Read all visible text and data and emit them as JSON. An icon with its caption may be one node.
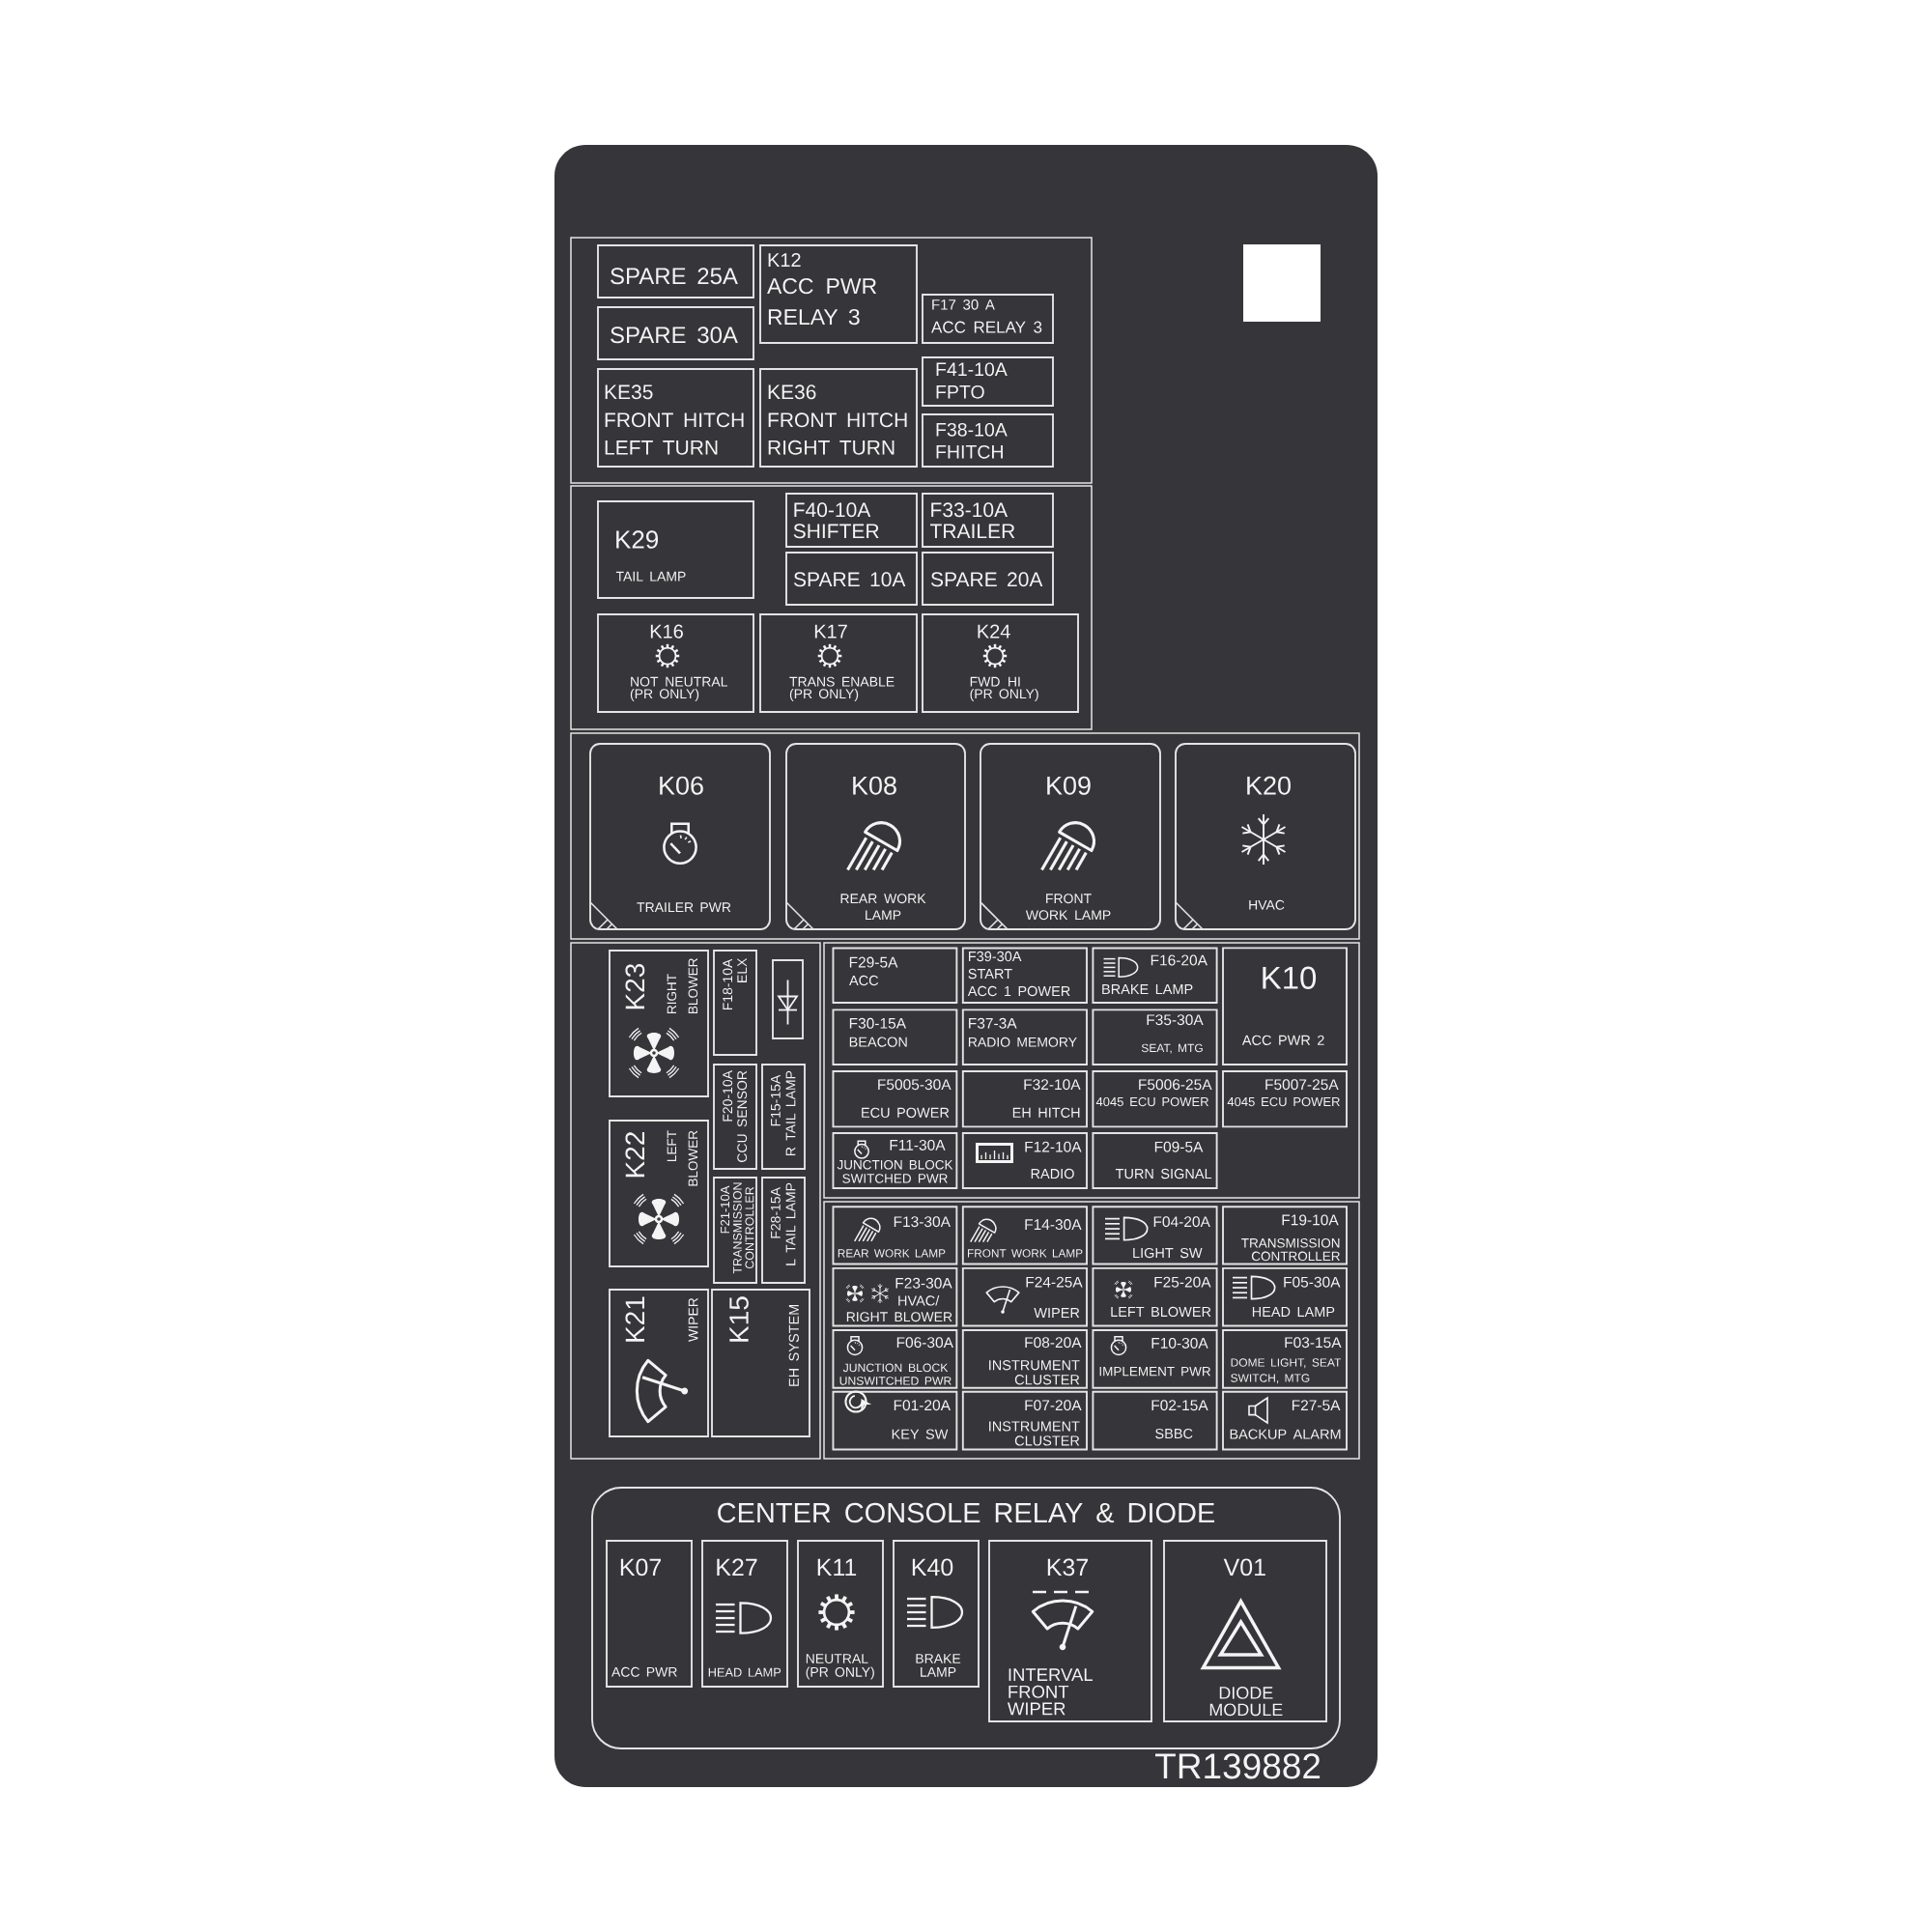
{
  "diagram": {
    "nodes": [
      {
        "text": [],
        "shape": "box"
      },
      {
        "text": [
          "SPARE 25A"
        ],
        "in": 0
      },
      {
        "text": [
          "K12",
          "ACC PWR RELAY 3"
        ],
        "in": 0
      },
      {
        "text": [
          "F17 30 A",
          "ACC RELAY 3"
        ],
        "in": 0
      },
      {
        "text": [
          "SPARE 30A"
        ],
        "in": 0
      },
      {
        "text": [
          "KE35",
          "FRONT HITCH LEFT TURN"
        ],
        "in": 0
      },
      {
        "text": [
          "KE36",
          "FRONT HITCH RIGHT TURN"
        ],
        "in": 0
      },
      {
        "text": [
          "F41-10A",
          "FPTO"
        ],
        "in": 0
      },
      {
        "text": [
          "F38-10A",
          "FHITCH"
        ],
        "in": 0
      },
      {
        "text": [],
        "shape": "box"
      },
      {
        "text": [
          "K29",
          "TAIL LAMP"
        ],
        "in": 9
      },
      {
        "text": [
          "F40-10A",
          "SHIFTER"
        ],
        "in": 9
      },
      {
        "text": [
          "F33-10A",
          "TRAILER"
        ],
        "in": 9
      },
      {
        "text": [
          "SPARE 10A"
        ],
        "in": 9
      },
      {
        "text": [
          "SPARE 20A"
        ],
        "in": 9
      },
      {
        "text": [
          "K16",
          "NOT NEUTRAL (PR ONLY)"
        ],
        "in": 9
      },
      {
        "text": [
          "K17",
          "TRANS ENABLE (PR ONLY)"
        ],
        "in": 9
      },
      {
        "text": [
          "K24",
          "FWD HI (PR ONLY)"
        ],
        "in": 9
      },
      {
        "text": [],
        "shape": "box"
      },
      {
        "text": [
          "K06",
          "TRAILER PWR"
        ],
        "in": 18
      },
      {
        "text": [
          "K08",
          "REAR WORK LAMP"
        ],
        "in": 18
      },
      {
        "text": [
          "K09",
          "FRONT WORK LAMP"
        ],
        "in": 18
      },
      {
        "text": [
          "K20",
          "HVAC"
        ],
        "in": 18
      },
      {
        "text": [],
        "shape": "box"
      },
      {
        "text": [
          "K23",
          "RIGHT BLOWER"
        ],
        "in": 23
      },
      {
        "text": [
          "F18-10A",
          "ELX"
        ],
        "in": 23
      },
      {
        "text": [],
        "shape": "box",
        "in": 23
      },
      {
        "text": [
          "F20-10A",
          "CCU SENSOR"
        ],
        "in": 23
      },
      {
        "text": [
          "F15-15A",
          "R TAIL LAMP"
        ],
        "in": 23
      },
      {
        "text": [
          "K22",
          "LEFT BLOWER"
        ],
        "in": 23
      },
      {
        "text": [
          "F21-10A",
          "TRANSMISSION CONTROLLER"
        ],
        "in": 23
      },
      {
        "text": [
          "F28-15A",
          "L TAIL LAMP"
        ],
        "in": 23
      },
      {
        "text": [
          "K21",
          "WIPER"
        ],
        "in": 23
      },
      {
        "text": [
          "K15",
          "EH SYSTEM"
        ],
        "in": 23
      },
      {
        "text": [],
        "shape": "box"
      },
      {
        "text": [
          "F29-5A",
          "ACC"
        ],
        "in": 34
      },
      {
        "text": [
          "F39-30A",
          "START",
          "ACC 1 POWER"
        ],
        "in": 34
      },
      {
        "text": [
          "F16-20A",
          "BRAKE LAMP"
        ],
        "in": 34
      },
      {
        "text": [
          "K10",
          "ACC PWR 2"
        ],
        "in": 34
      },
      {
        "text": [
          "F30-15A",
          "BEACON"
        ],
        "in": 34
      },
      {
        "text": [
          "F37-3A",
          "RADIO MEMORY"
        ],
        "in": 34
      },
      {
        "text": [
          "F35-30A",
          "SEAT, MTG"
        ],
        "in": 34
      },
      {
        "text": [
          "F5005-30A",
          "ECU POWER"
        ],
        "in": 34
      },
      {
        "text": [
          "F32-10A",
          "EH HITCH"
        ],
        "in": 34
      },
      {
        "text": [
          "F5006-25A",
          "4045 ECU POWER"
        ],
        "in": 34
      },
      {
        "text": [
          "F5007-25A",
          "4045 ECU POWER"
        ],
        "in": 34
      },
      {
        "text": [
          "F11-30A",
          "JUNCTION BLOCK SWITCHED PWR"
        ],
        "in": 34
      },
      {
        "text": [
          "F12-10A",
          "RADIO"
        ],
        "in": 34
      },
      {
        "text": [
          "F09-5A",
          "TURN SIGNAL"
        ],
        "in": 34
      },
      {
        "text": [],
        "shape": "box"
      },
      {
        "text": [
          "F13-30A",
          "REAR WORK LAMP"
        ],
        "in": 49
      },
      {
        "text": [
          "F14-30A",
          "FRONT WORK LAMP"
        ],
        "in": 49
      },
      {
        "text": [
          "F04-20A",
          "LIGHT SW"
        ],
        "in": 49
      },
      {
        "text": [
          "F19-10A",
          "TRANSMISSION CONTROLLER"
        ],
        "in": 49
      },
      {
        "text": [
          "F23-30A",
          "HVAC/",
          "RIGHT BLOWER"
        ],
        "in": 49
      },
      {
        "text": [
          "F24-25A",
          "WIPER"
        ],
        "in": 49
      },
      {
        "text": [
          "F25-20A",
          "LEFT BLOWER"
        ],
        "in": 49
      },
      {
        "text": [
          "F05-30A",
          "HEAD LAMP"
        ],
        "in": 49
      },
      {
        "text": [
          "F06-30A",
          "JUNCTION BLOCK UNSWITCHED PWR"
        ],
        "in": 49
      },
      {
        "text": [
          "F08-20A",
          "INSTRUMENT CLUSTER"
        ],
        "in": 49
      },
      {
        "text": [
          "F10-30A",
          "IMPLEMENT PWR"
        ],
        "in": 49
      },
      {
        "text": [
          "F03-15A",
          "DOME LIGHT, SEAT SWITCH, MTG"
        ],
        "in": 49
      },
      {
        "text": [
          "F01-20A",
          "KEY SW"
        ],
        "in": 49
      },
      {
        "text": [
          "F07-20A",
          "INSTRUMENT CLUSTER"
        ],
        "in": 49
      },
      {
        "text": [
          "F02-15A",
          "SBBC"
        ],
        "in": 49
      },
      {
        "text": [
          "F27-5A",
          "BACKUP ALARM"
        ],
        "in": 49
      },
      {
        "text": [
          "CENTER CONSOLE RELAY & DIODE"
        ]
      },
      {
        "text": [
          "K07",
          "ACC PWR"
        ],
        "in": 66
      },
      {
        "text": [
          "K27",
          "HEAD LAMP"
        ],
        "in": 66
      },
      {
        "text": [
          "K11",
          "NEUTRAL (PR ONLY)"
        ],
        "in": 66
      },
      {
        "text": [
          "K40",
          "BRAKE LAMP"
        ],
        "in": 66
      },
      {
        "text": [
          "K37",
          "INTERVAL FRONT WIPER"
        ],
        "in": 66
      },
      {
        "text": [
          "V01",
          "DIODE MODULE"
        ],
        "in": 66
      }
    ],
    "labels": [
      "TR139882"
    ]
  }
}
